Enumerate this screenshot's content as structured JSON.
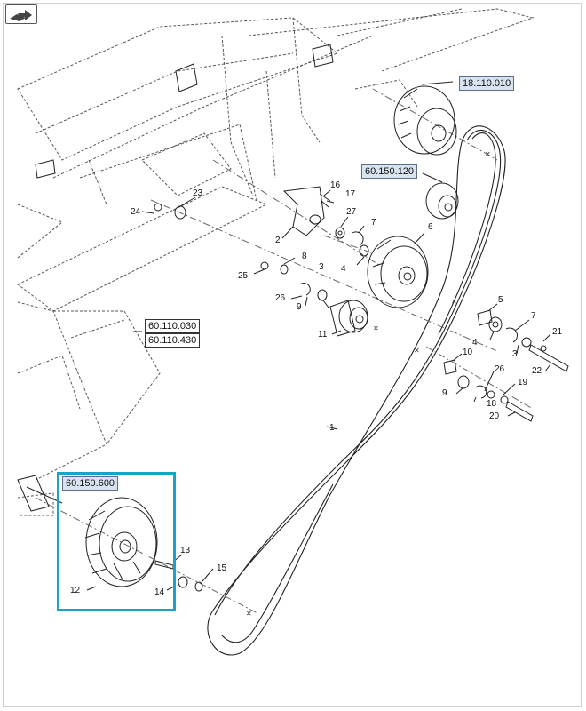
{
  "references": {
    "r18110010": "18.110.010",
    "r60150120": "60.150.120",
    "r60110030": "60.110.030",
    "r60110430": "60.110.430",
    "r60150600": "60.150.600"
  },
  "callouts": [
    "1",
    "2",
    "3",
    "3",
    "4",
    "4",
    "5",
    "6",
    "7",
    "7",
    "8",
    "9",
    "9",
    "10",
    "11",
    "12",
    "13",
    "14",
    "15",
    "16",
    "17",
    "18",
    "19",
    "20",
    "21",
    "22",
    "23",
    "24",
    "25",
    "26",
    "26",
    "27"
  ],
  "colors": {
    "highlight": "#1aa3c8",
    "badge_fill": "#d7e3ef",
    "line": "#222222"
  },
  "icons": {
    "nav": "back-arrow-icon"
  }
}
